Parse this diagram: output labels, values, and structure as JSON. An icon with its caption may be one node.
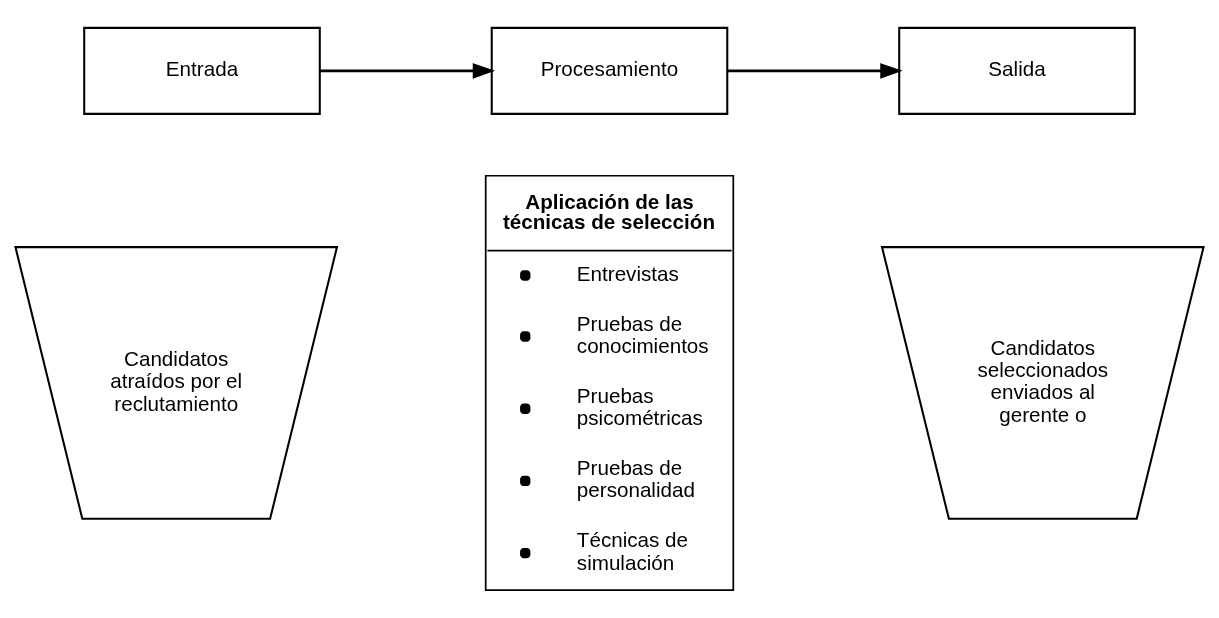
{
  "diagram": {
    "nodes": [
      {
        "text": [
          "Entrada"
        ]
      },
      {
        "text": [
          "Procesamiento"
        ]
      },
      {
        "text": [
          "Salida"
        ]
      },
      {
        "text": [
          "Candidatos atraídos por el reclutamiento"
        ]
      },
      {
        "text": [
          "Aplicación de las técnicas de selección",
          "Entrevistas",
          "Pruebas de conocimientos",
          "Pruebas psicométricas",
          "Pruebas de personalidad",
          "Técnicas de simulación"
        ]
      },
      {
        "text": [
          "Candidatos seleccionados enviados al gerente o"
        ]
      }
    ],
    "edges": [
      {
        "from": 0,
        "to": 1,
        "arrow": "to"
      },
      {
        "from": 1,
        "to": 2,
        "arrow": "to"
      }
    ]
  }
}
